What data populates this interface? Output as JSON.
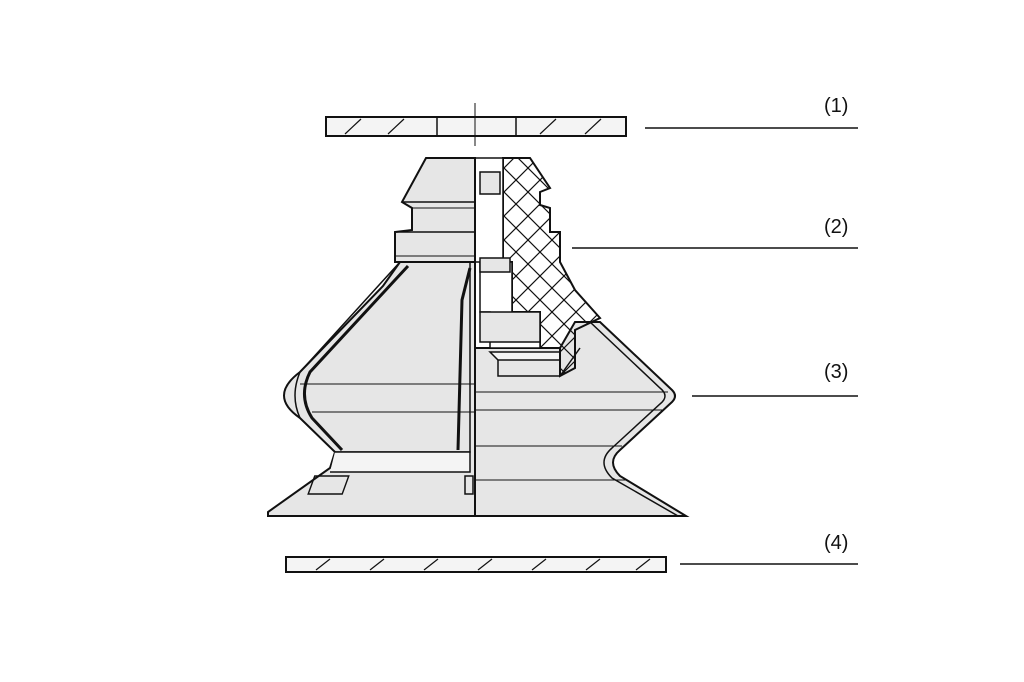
{
  "callouts": [
    {
      "id": "1",
      "label": "(1)"
    },
    {
      "id": "2",
      "label": "(2)"
    },
    {
      "id": "3",
      "label": "(3)"
    },
    {
      "id": "4",
      "label": "(4)"
    }
  ],
  "colors": {
    "line": "#111111",
    "face_fill": "#e6e6e6",
    "section_fill": "#f4f4f4",
    "background": "#ffffff"
  }
}
